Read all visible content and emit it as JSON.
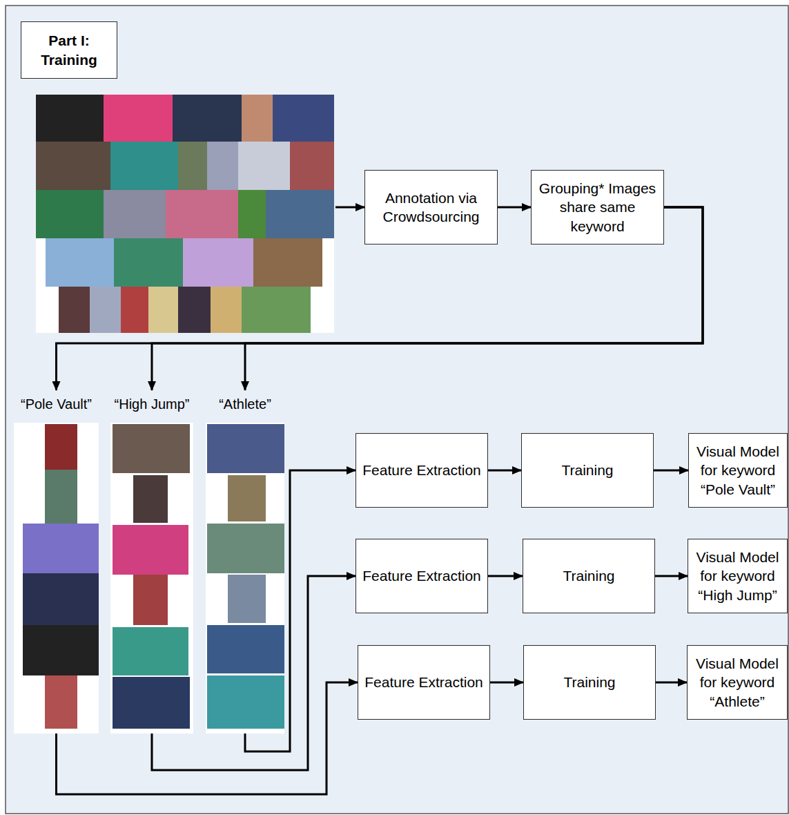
{
  "diagram": {
    "nodes": [
      {
        "text": [
          "Part I: Training"
        ]
      },
      {
        "text": [
          "Annotation via Crowdsourcing"
        ]
      },
      {
        "text": [
          "Grouping* Images share same keyword"
        ]
      },
      {
        "text": [
          "“Pole Vault”"
        ]
      },
      {
        "text": [
          "“High Jump”"
        ]
      },
      {
        "text": [
          "“Athlete”"
        ]
      },
      {
        "text": [
          "Feature Extraction"
        ]
      },
      {
        "text": [
          "Training"
        ]
      },
      {
        "text": [
          "Visual Model for keyword “Pole Vault”"
        ]
      },
      {
        "text": [
          "Feature Extraction"
        ]
      },
      {
        "text": [
          "Training"
        ]
      },
      {
        "text": [
          "Visual Model for keyword “High Jump”"
        ]
      },
      {
        "text": [
          "Feature Extraction"
        ]
      },
      {
        "text": [
          "Training"
        ]
      },
      {
        "text": [
          "Visual Model for keyword “Athlete”"
        ]
      }
    ],
    "edges": [
      {
        "from": 1,
        "to": 2,
        "arrow": "to"
      },
      {
        "from": 2,
        "to": 3,
        "arrow": "to"
      },
      {
        "from": 2,
        "to": 4,
        "arrow": "to"
      },
      {
        "from": 2,
        "to": 5,
        "arrow": "to"
      },
      {
        "from": 5,
        "to": 6,
        "arrow": "to"
      },
      {
        "from": 6,
        "to": 7,
        "arrow": "to"
      },
      {
        "from": 7,
        "to": 8,
        "arrow": "to"
      },
      {
        "from": 4,
        "to": 9,
        "arrow": "to"
      },
      {
        "from": 9,
        "to": 10,
        "arrow": "to"
      },
      {
        "from": 10,
        "to": 11,
        "arrow": "to"
      },
      {
        "from": 3,
        "to": 12,
        "arrow": "to"
      },
      {
        "from": 12,
        "to": 13,
        "arrow": "to"
      },
      {
        "from": 13,
        "to": 14,
        "arrow": "to"
      }
    ]
  }
}
